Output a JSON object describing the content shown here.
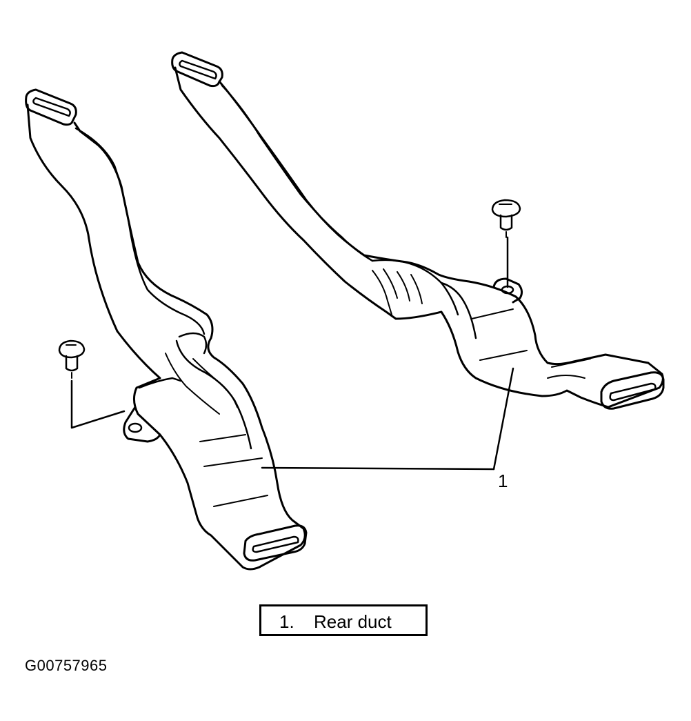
{
  "callout": {
    "number": "1"
  },
  "legend": {
    "item_number": "1.",
    "item_label": "Rear duct"
  },
  "figure_id": "G00757965",
  "colors": {
    "ink": "#000000",
    "paper": "#ffffff"
  }
}
